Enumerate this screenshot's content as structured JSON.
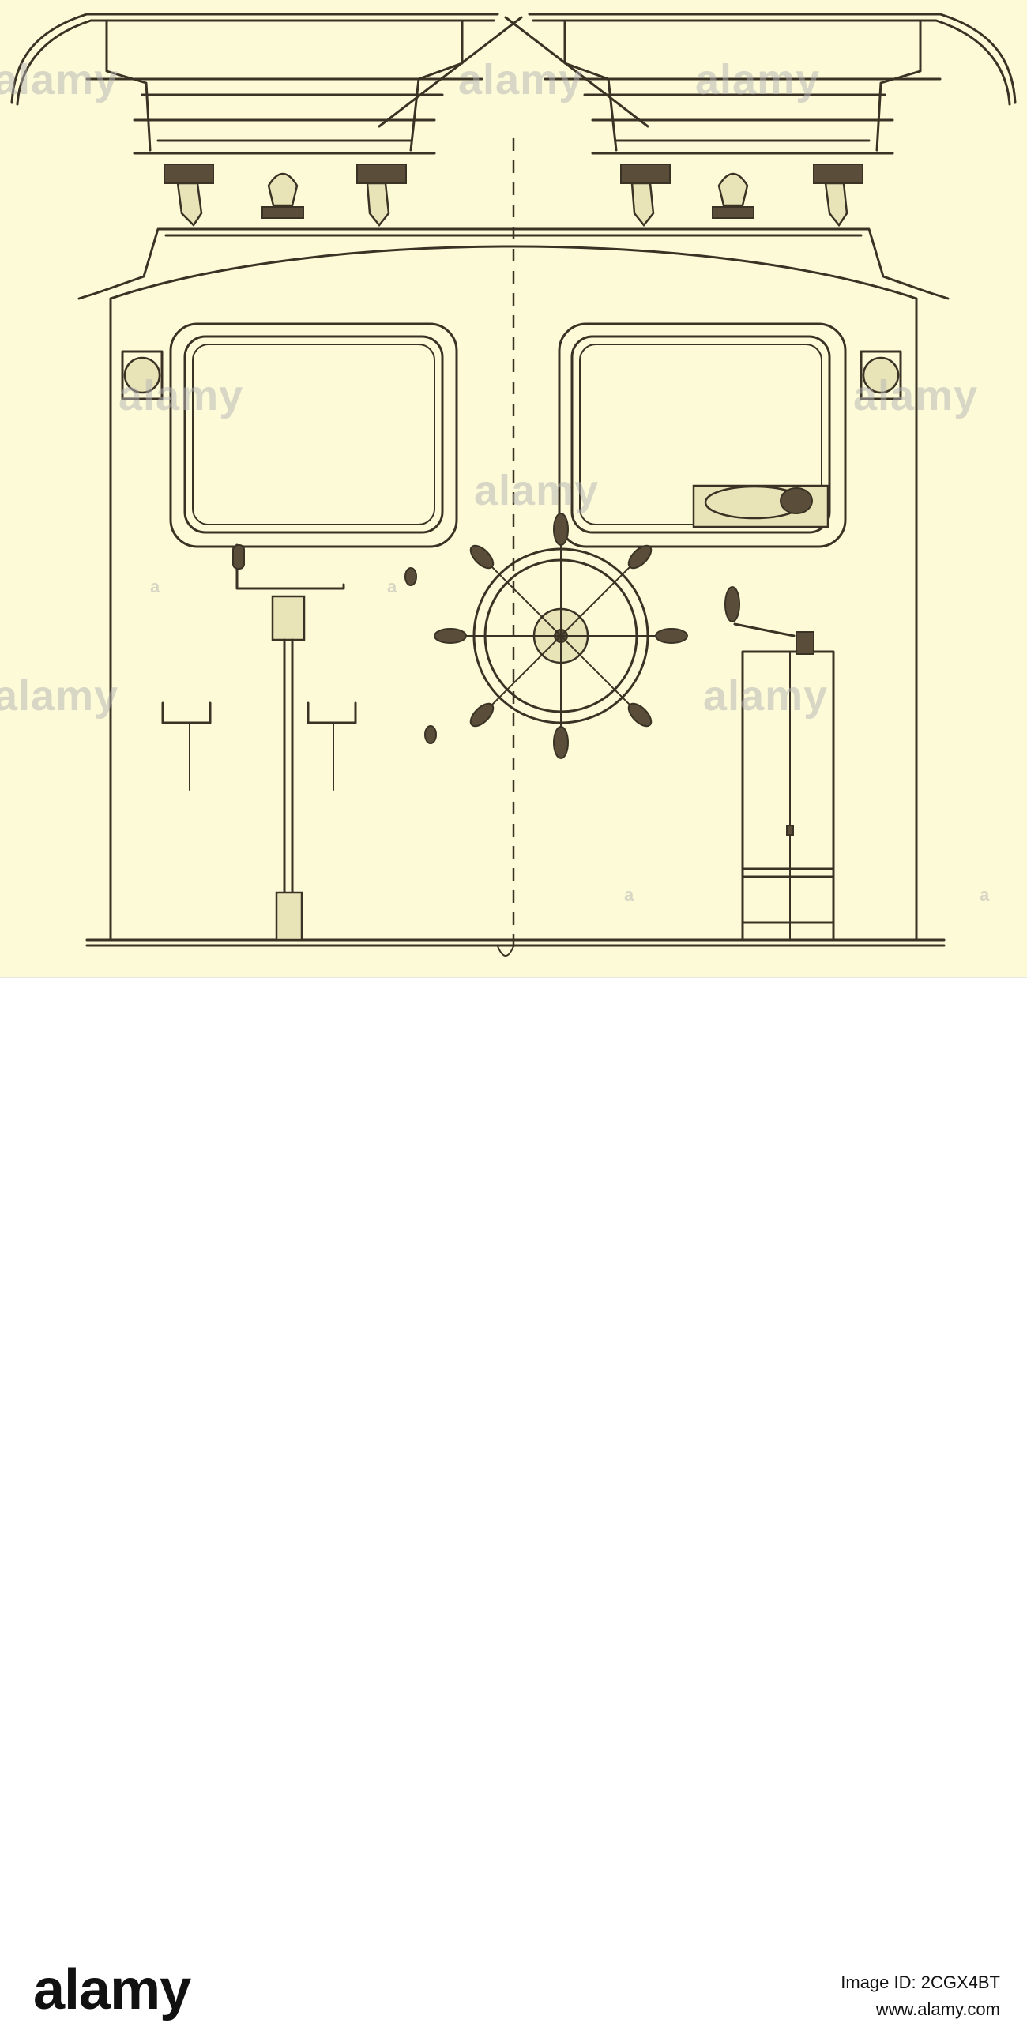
{
  "footer": {
    "brand": "alamy",
    "image_id_label": "Image ID: 2CGX4BT",
    "site": "www.alamy.com"
  },
  "watermarks": {
    "big": "alamy",
    "small": "a"
  },
  "colors": {
    "paper": "#fdfbd7",
    "ink": "#3a3224",
    "footer_bg": "#ffffff"
  }
}
